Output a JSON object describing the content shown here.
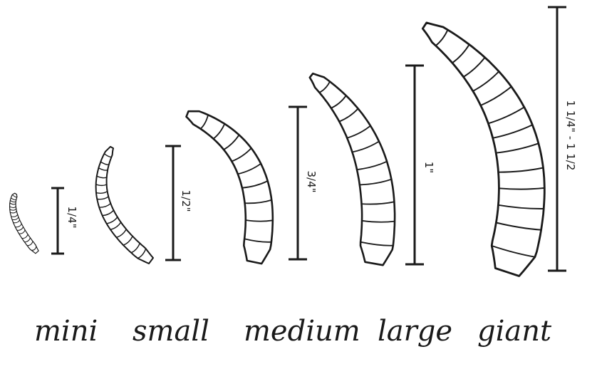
{
  "sizes": [
    {
      "name": "mini",
      "measure": "1/4\""
    },
    {
      "name": "small",
      "measure": "1/2\""
    },
    {
      "name": "medium",
      "measure": "3/4\""
    },
    {
      "name": "large",
      "measure": "1\""
    },
    {
      "name": "giant",
      "measure": "1 1/4\" - 1 1/2"
    }
  ],
  "colors": {
    "ink": "#1a1a1a",
    "paper": "#ffffff"
  }
}
